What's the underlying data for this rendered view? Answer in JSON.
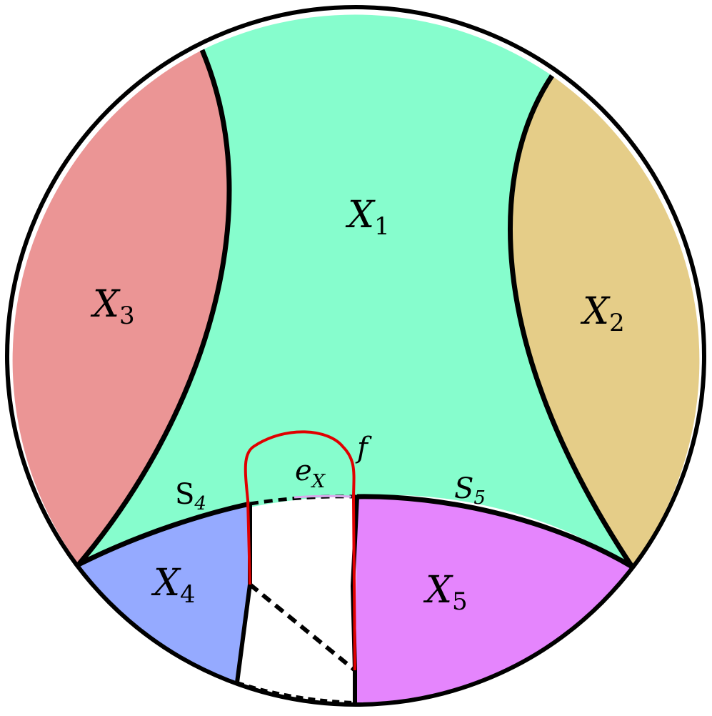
{
  "colors": {
    "X1": "#86fdcd",
    "X2": "#e5cd88",
    "X3": "#eb9595",
    "X4": "#95aaff",
    "X5": "#e585fd",
    "curve_f": "#e00000",
    "outline": "#000000"
  },
  "labels": {
    "X1": {
      "base": "X",
      "sub": "1"
    },
    "X2": {
      "base": "X",
      "sub": "2"
    },
    "X3": {
      "base": "X",
      "sub": "3"
    },
    "X4": {
      "base": "X",
      "sub": "4"
    },
    "X5": {
      "base": "X",
      "sub": "5"
    },
    "S4": {
      "base": "S",
      "sub": "4"
    },
    "S5": {
      "base": "S",
      "sub": "5"
    },
    "eX": {
      "base": "e",
      "sub": "X"
    },
    "f": "f"
  }
}
